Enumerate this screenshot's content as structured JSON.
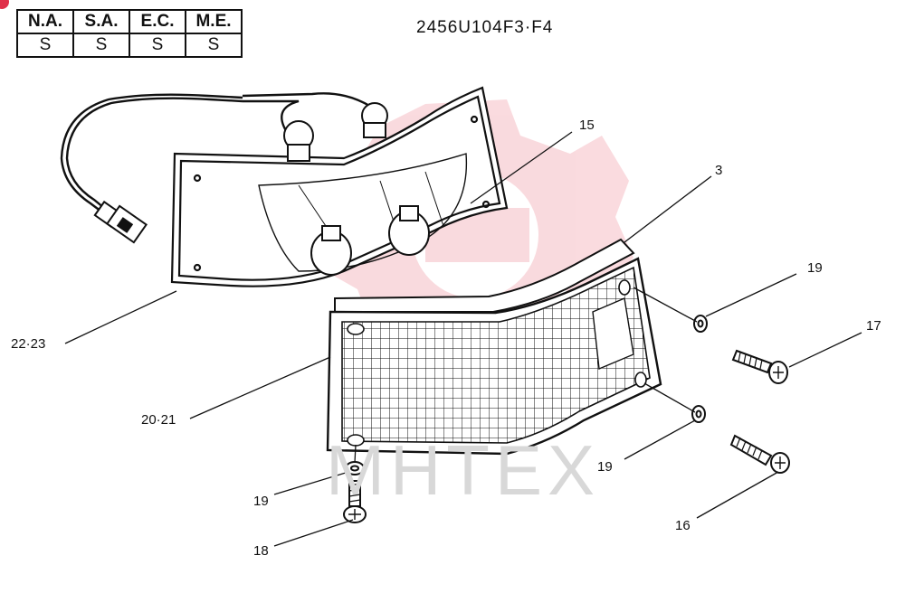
{
  "region_table": {
    "headers": [
      "N.A.",
      "S.A.",
      "E.C.",
      "M.E."
    ],
    "values": [
      "S",
      "S",
      "S",
      "S"
    ]
  },
  "part_code": "2456U104F3·F4",
  "callouts": {
    "c15": "15",
    "c3": "3",
    "c19_top": "19",
    "c17": "17",
    "c22_23": "22·23",
    "c20_21": "20·21",
    "c19_mid": "19",
    "c16": "16",
    "c19_bottom": "19",
    "c18": "18"
  },
  "watermark": "MHTEX",
  "colors": {
    "line": "#111111",
    "watermark_red": "#e23a4c",
    "watermark_gray": "#d8d8d8"
  }
}
